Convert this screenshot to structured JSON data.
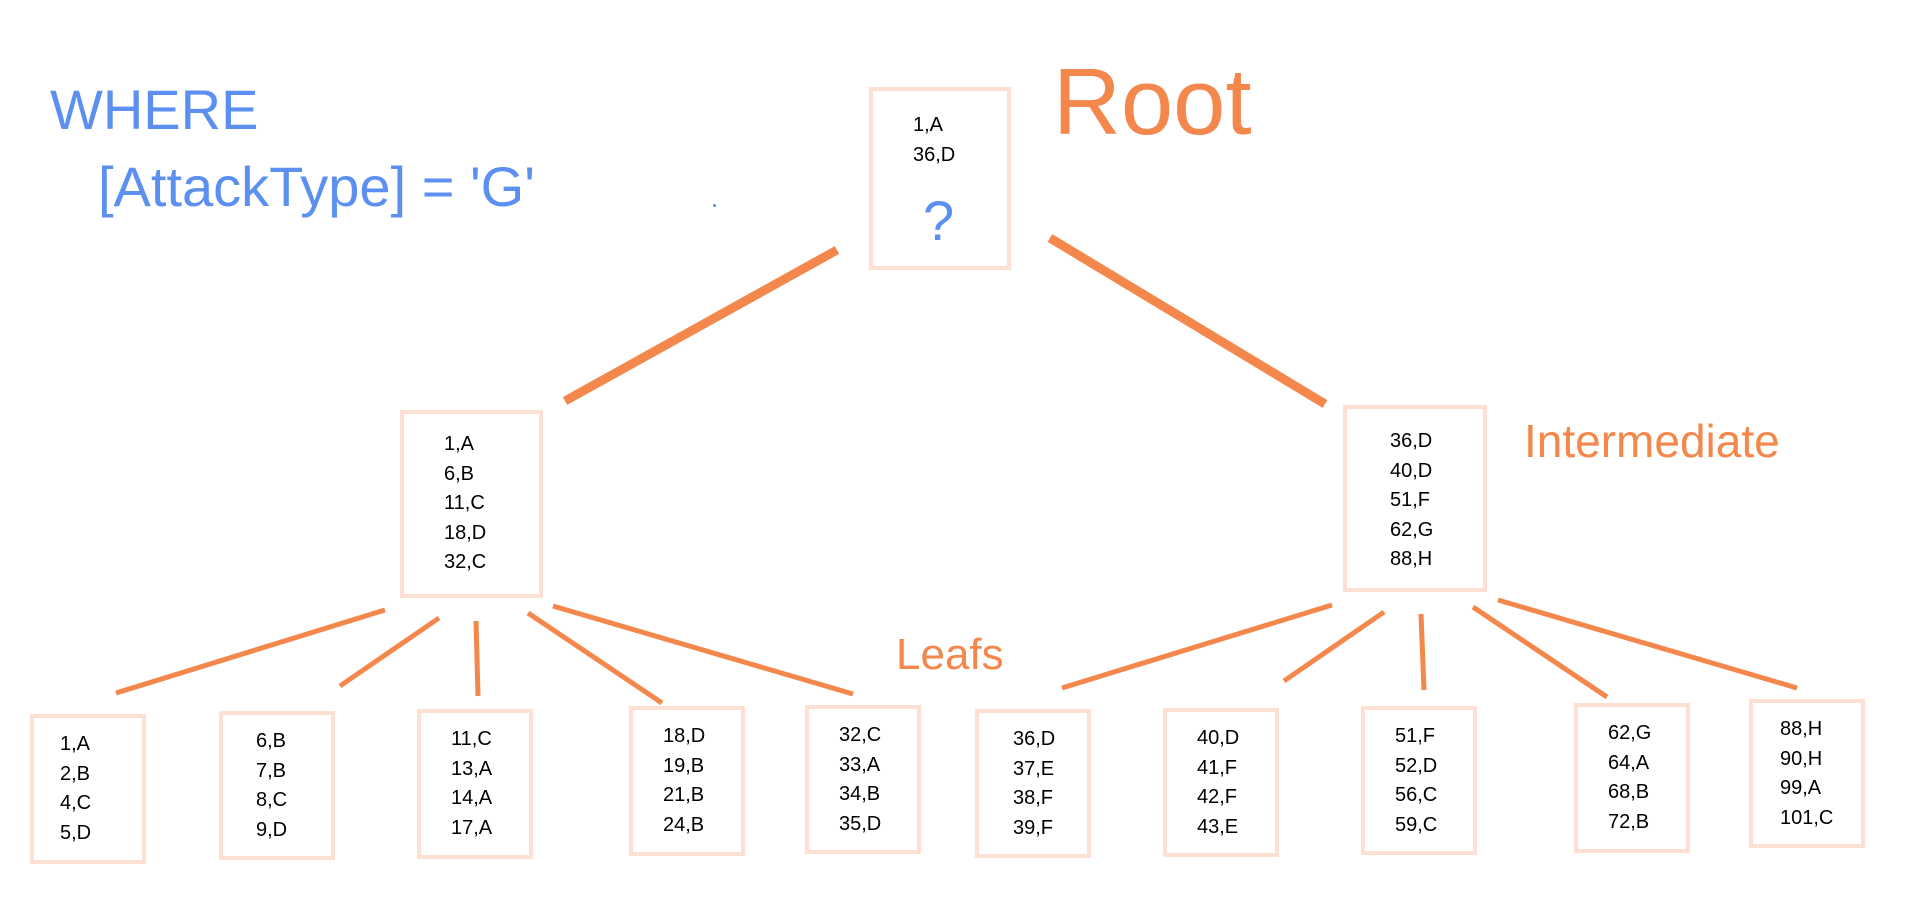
{
  "query": {
    "keyword": "WHERE",
    "predicate": "[AttackType] = 'G'"
  },
  "labels": {
    "root": "Root",
    "intermediate": "Intermediate",
    "leafs": "Leafs"
  },
  "colors": {
    "accent": "#f4874b",
    "query": "#5b8ff0",
    "node_border": "#fde0d3",
    "text": "#000000"
  },
  "root": {
    "keys": [
      "1,A",
      "36,D"
    ],
    "unknown": "?"
  },
  "intermediate": [
    {
      "keys": [
        "1,A",
        "6,B",
        "11,C",
        "18,D",
        "32,C"
      ]
    },
    {
      "keys": [
        "36,D",
        "40,D",
        "51,F",
        "62,G",
        "88,H"
      ]
    }
  ],
  "leaves": [
    {
      "keys": [
        "1,A",
        "2,B",
        "4,C",
        "5,D"
      ]
    },
    {
      "keys": [
        "6,B",
        "7,B",
        "8,C",
        "9,D"
      ]
    },
    {
      "keys": [
        "11,C",
        "13,A",
        "14,A",
        "17,A"
      ]
    },
    {
      "keys": [
        "18,D",
        "19,B",
        "21,B",
        "24,B"
      ]
    },
    {
      "keys": [
        "32,C",
        "33,A",
        "34,B",
        "35,D"
      ]
    },
    {
      "keys": [
        "36,D",
        "37,E",
        "38,F",
        "39,F"
      ]
    },
    {
      "keys": [
        "40,D",
        "41,F",
        "42,F",
        "43,E"
      ]
    },
    {
      "keys": [
        "51,F",
        "52,D",
        "56,C",
        "59,C"
      ]
    },
    {
      "keys": [
        "62,G",
        "64,A",
        "68,B",
        "72,B"
      ]
    },
    {
      "keys": [
        "88,H",
        "90,H",
        "99,A",
        "101,C"
      ]
    }
  ]
}
